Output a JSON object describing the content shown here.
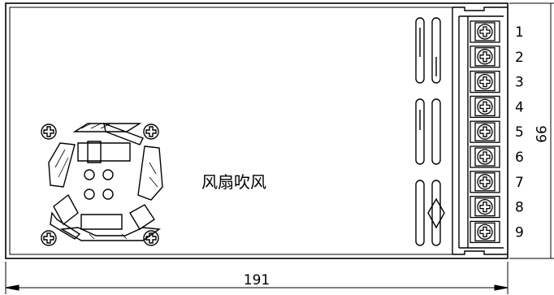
{
  "fan_label": "风扇吹风",
  "terminals": [
    "1",
    "2",
    "3",
    "4",
    "5",
    "6",
    "7",
    "8",
    "9"
  ],
  "dimensions": {
    "width_label": "191",
    "height_label": "99"
  }
}
